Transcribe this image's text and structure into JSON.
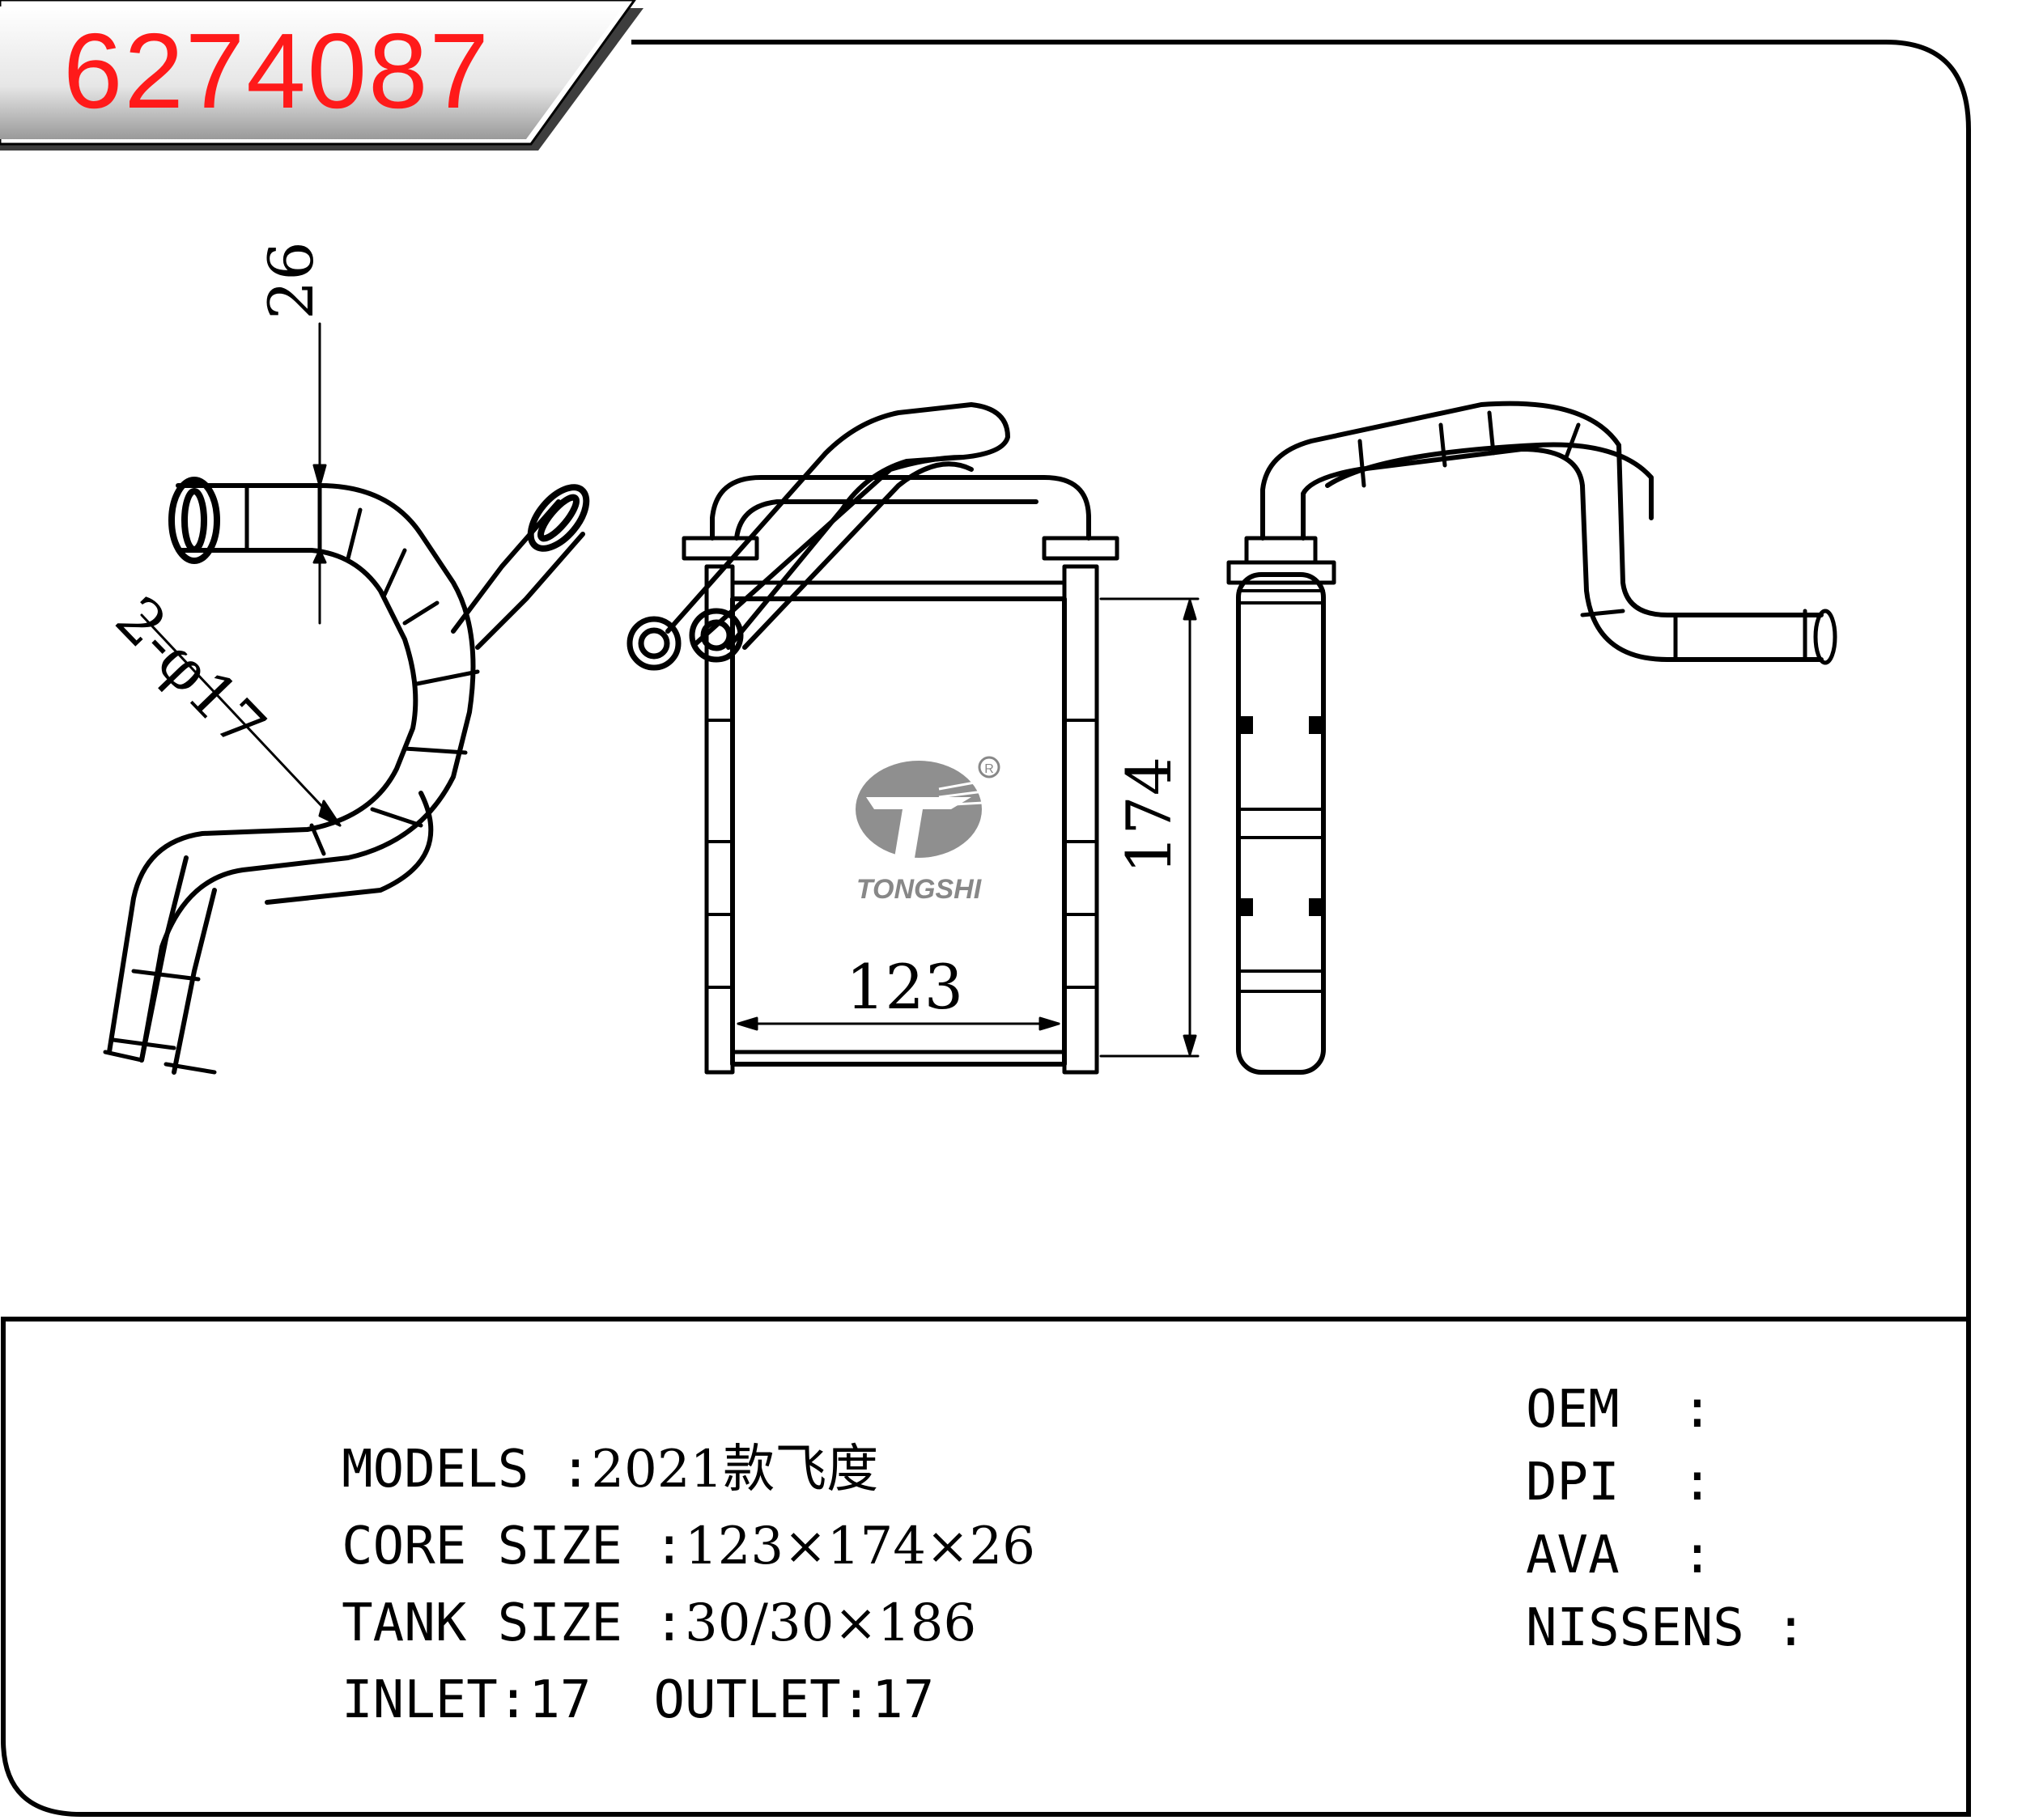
{
  "header": {
    "part_number": "6274087"
  },
  "dimensions": {
    "thickness": "26",
    "pipe_diameter": "2-φ17",
    "core_height": "174",
    "core_width": "123"
  },
  "logo": {
    "brand": "TONGSHI",
    "registered": "R"
  },
  "specs": {
    "models_label": "MODELS :",
    "models_value": "2021款飞度",
    "core_label": "CORE SIZE :",
    "core_value": "123×174×26",
    "tank_label": "TANK SIZE :",
    "tank_value": "30/30×186",
    "inlet": "INLET:17",
    "outlet": "OUTLET:17"
  },
  "references": {
    "oem": "OEM  :",
    "dpi": "DPI  :",
    "ava": "AVA  :",
    "nissens": "NISSENS :"
  }
}
